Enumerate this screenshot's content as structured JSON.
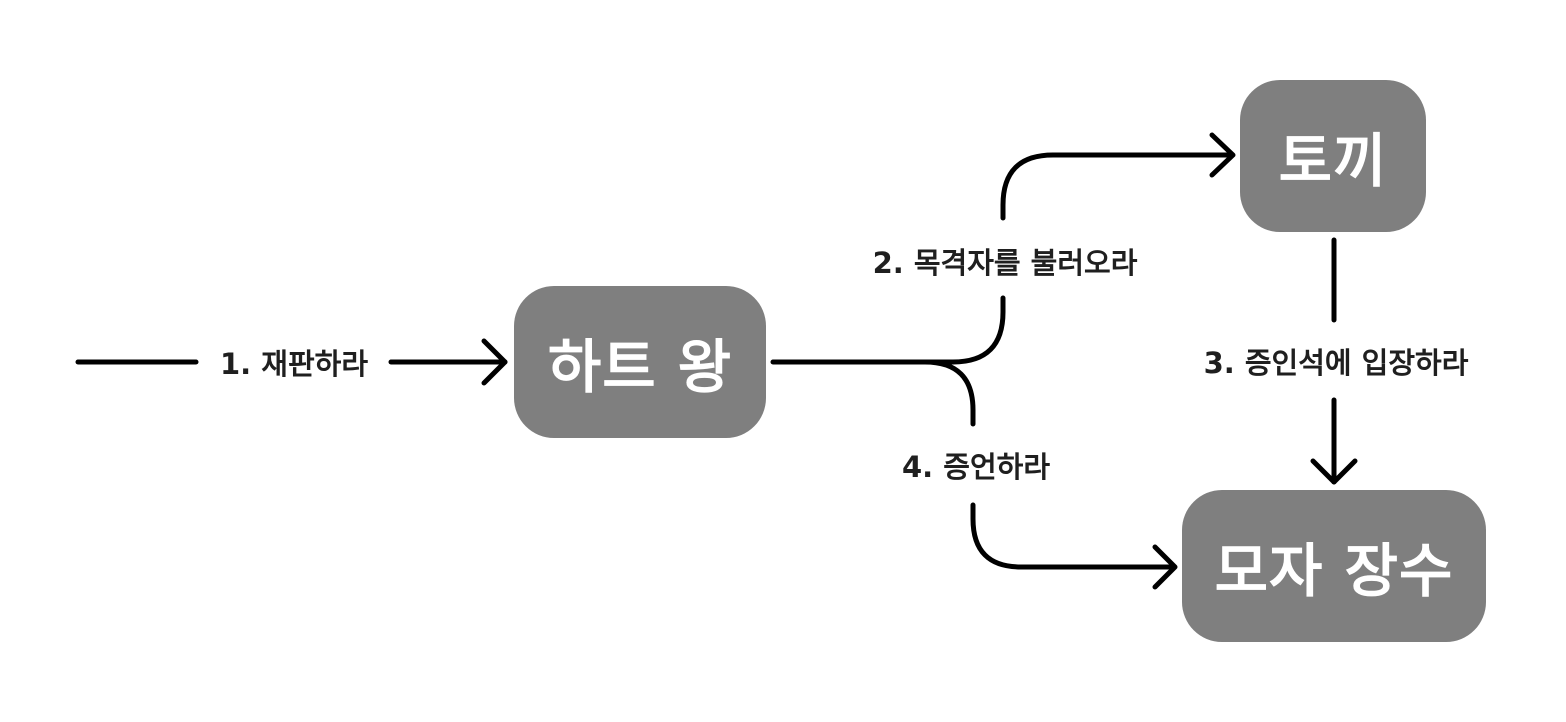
{
  "nodes": {
    "king": "하트 왕",
    "rabbit": "토끼",
    "hatter": "모자 장수"
  },
  "edges": {
    "e1": "1. 재판하라",
    "e2": "2. 목격자를 불러오라",
    "e3": "3. 증인석에 입장하라",
    "e4": "4. 증언하라"
  },
  "colors": {
    "node_fill": "#7f7f7f",
    "node_text": "#ffffff",
    "line": "#000000",
    "label_text": "#1f1f1f"
  }
}
